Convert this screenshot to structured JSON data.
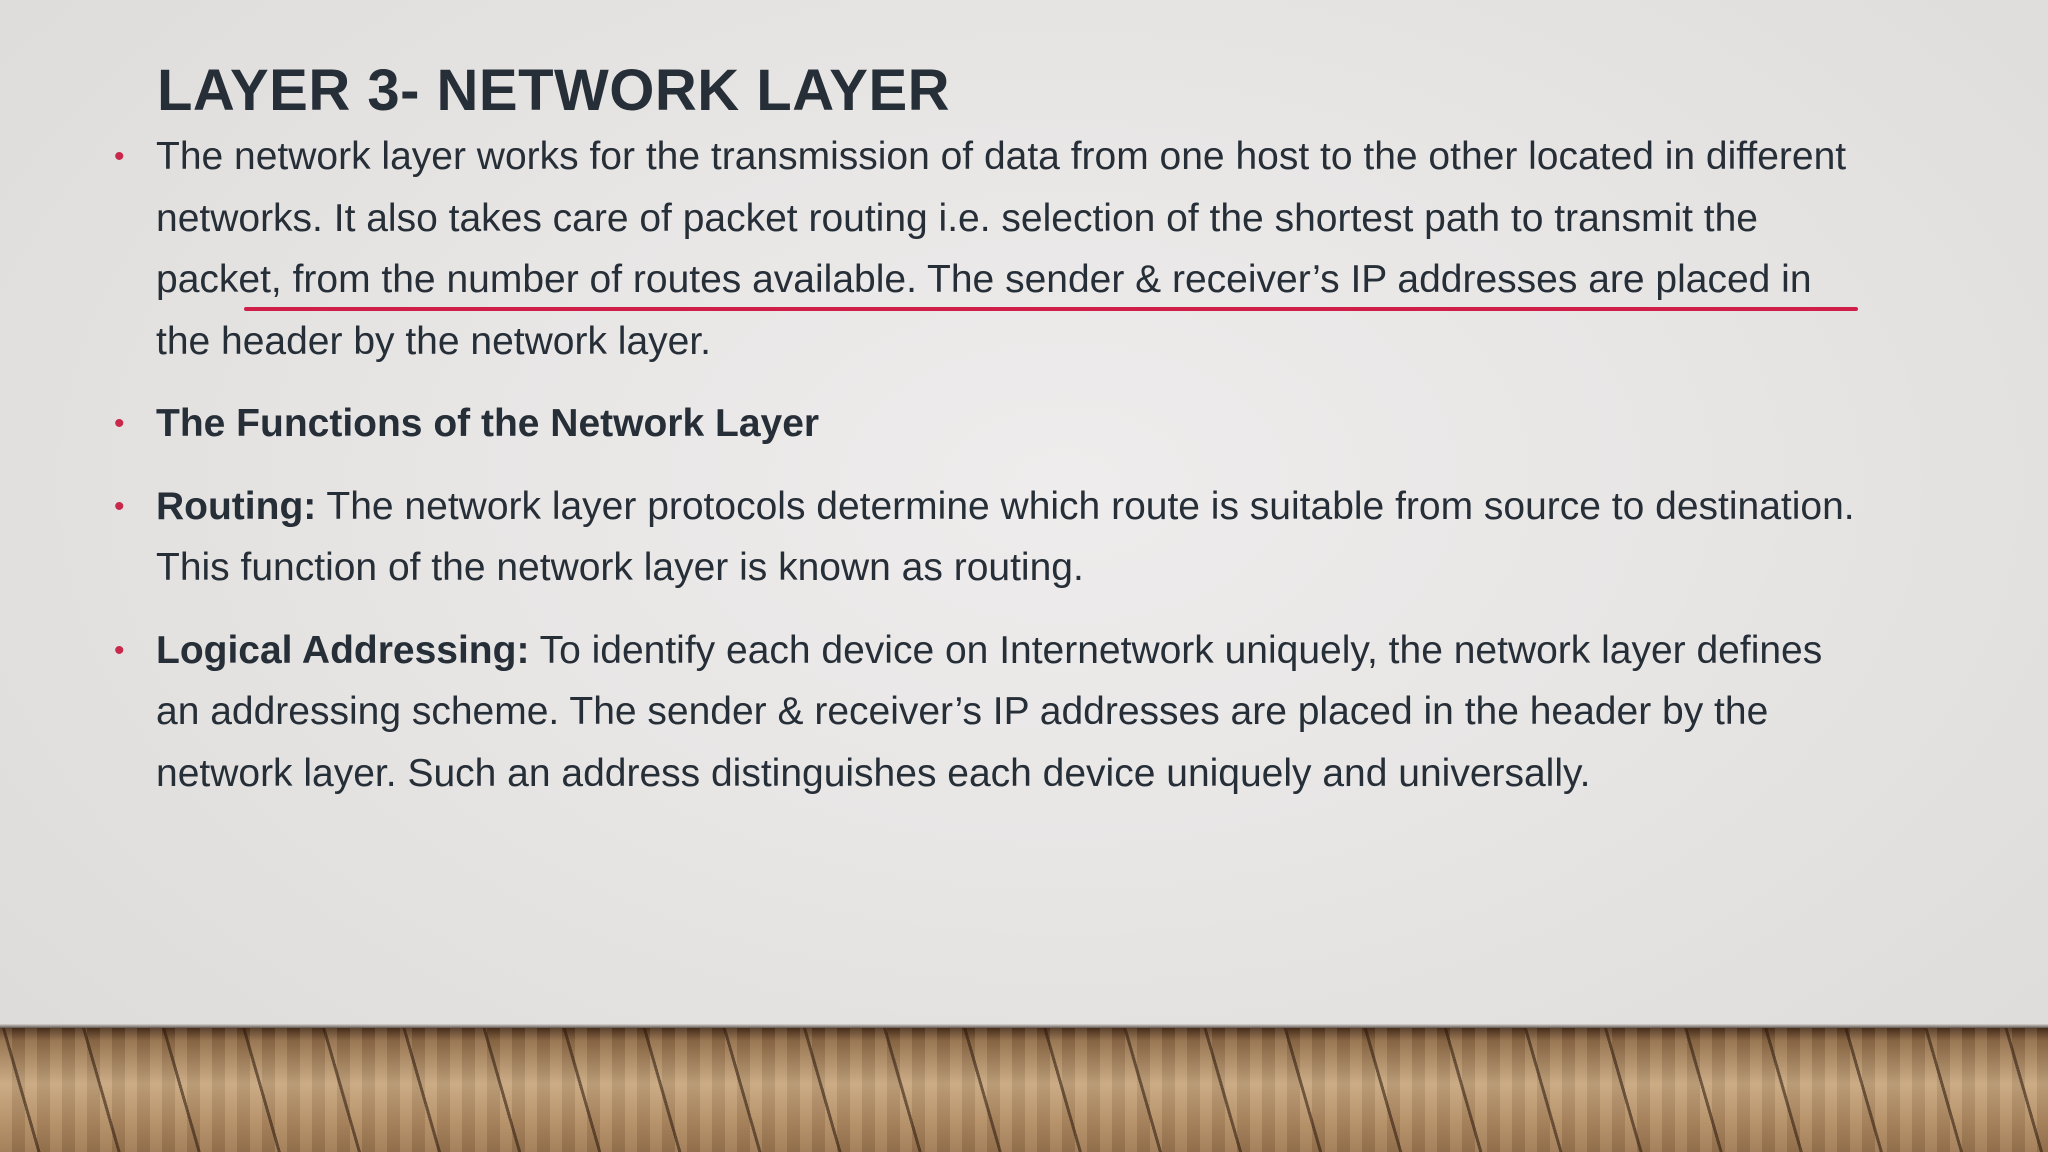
{
  "slide": {
    "title": "LAYER 3- NETWORK LAYER",
    "bullet_glyph": "•",
    "items": [
      {
        "label": "",
        "text": "The network layer works for the transmission of data from one host to the other located in different networks. It also takes care of packet routing i.e. selection of the shortest path to transmit the packet, from the number of routes available. The sender & receiver’s IP addresses are placed in the header by the network layer."
      },
      {
        "label": "The Functions of the Network Layer",
        "text": ""
      },
      {
        "label": "Routing:",
        "text": " The network layer protocols determine which route is suitable from source to destination. This function of the network layer is known as routing."
      },
      {
        "label": "Logical Addressing:",
        "text": " To identify each device on Internetwork uniquely, the network layer defines an addressing scheme. The sender & receiver’s IP addresses are placed in the header by the network layer. Such an address distinguishes each device uniquely and universally."
      }
    ]
  },
  "colors": {
    "title_text": "#262e37",
    "body_text": "#262e37",
    "bullet": "#c8284a",
    "annotation_underline": "#cf1f48",
    "background": "#e8e6e5",
    "floor_wood": "#b08a62"
  },
  "annotation": {
    "type": "hand-drawn underline",
    "color": "red"
  }
}
